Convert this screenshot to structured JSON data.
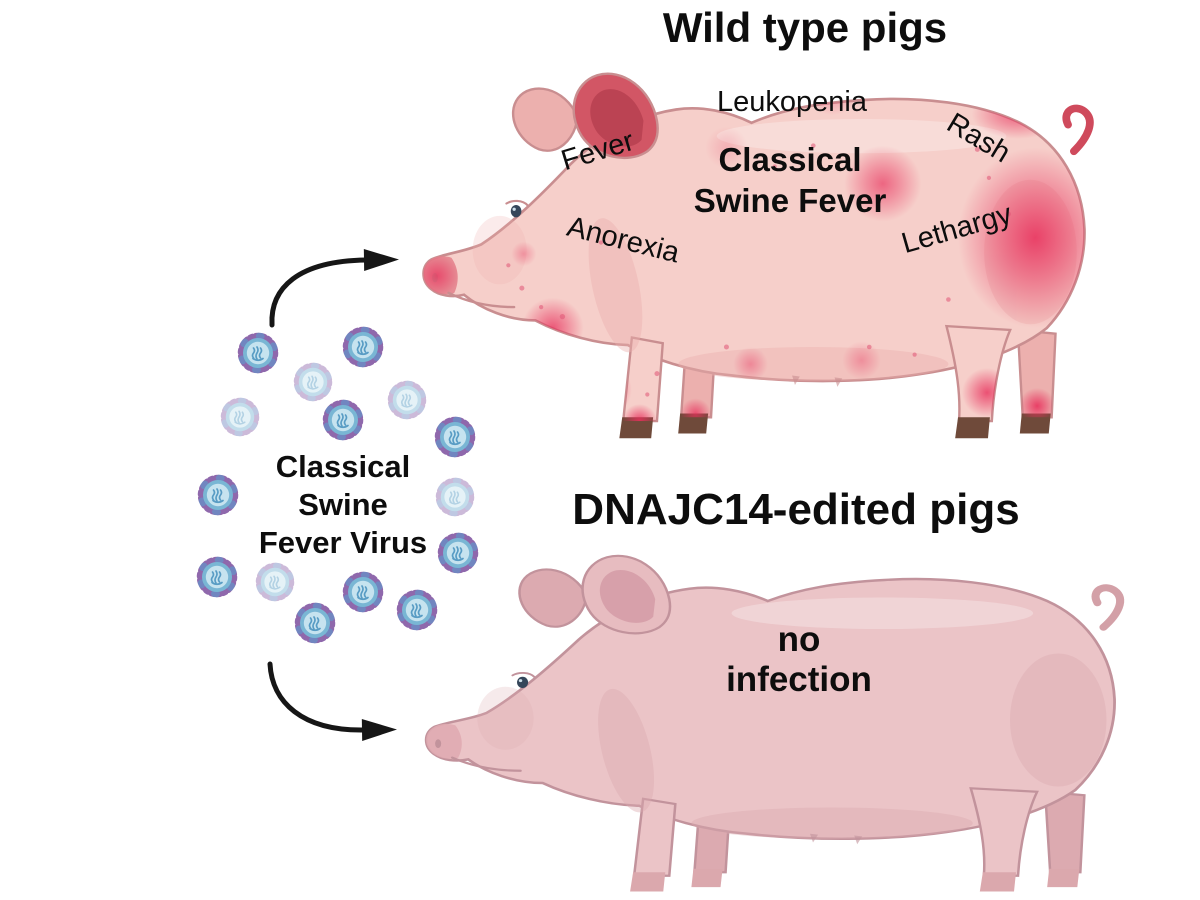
{
  "figure": {
    "top_panel": {
      "title": "Wild type pigs",
      "disease": {
        "line1": "Classical",
        "line2": "Swine Fever"
      },
      "symptoms": {
        "fever": "Fever",
        "leukopenia": "Leukopenia",
        "rash": "Rash",
        "anorexia": "Anorexia",
        "lethargy": "Lethargy"
      }
    },
    "virus_source": {
      "label": {
        "line1": "Classical",
        "line2": "Swine",
        "line3": "Fever Virus"
      },
      "particle_count": 15
    },
    "bottom_panel": {
      "title": "DNAJC14-edited pigs",
      "status": {
        "line1": "no",
        "line2": "infection"
      }
    }
  },
  "colors": {
    "sick_pig_base": "#f6cfca",
    "sick_pig_ear": "#d25665",
    "rash_red": "#e8305c",
    "healthy_pig_base": "#ebc4c7",
    "virus_spike": "#8f68ac",
    "virus_spike_alt": "#7186c0",
    "virus_body": "#79b6d4",
    "virus_core": "#c6e3ef",
    "virus_genome": "#589cc4",
    "arrow": "#161616",
    "text": "#0d0d0d"
  }
}
